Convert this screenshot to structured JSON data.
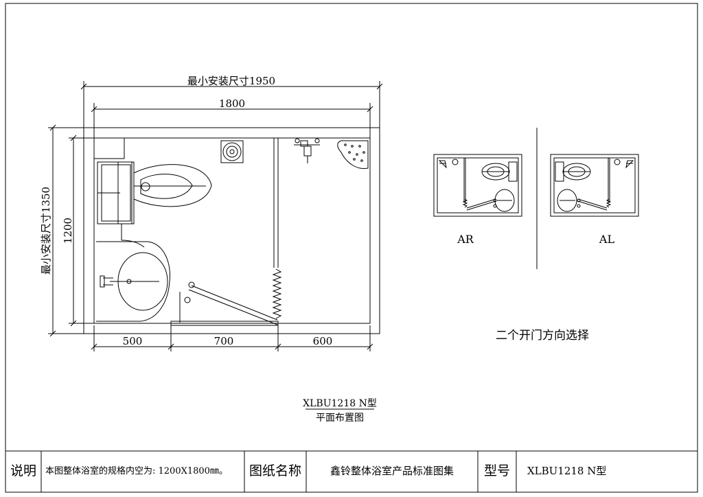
{
  "dims": {
    "min_install_width": "最小安装尺寸1950",
    "inner_width": "1800",
    "min_install_depth": "最小安装尺寸1350",
    "inner_depth": "1200",
    "seg_1": "500",
    "seg_2": "700",
    "seg_3": "600"
  },
  "variants": {
    "ar_label": "AR",
    "al_label": "AL",
    "caption": "二个开门方向选择"
  },
  "drawing": {
    "model_title": "XLBU1218 N型",
    "subtitle": "平面布置图"
  },
  "title_block": {
    "desc_label": "说明",
    "desc_text": "本图整体浴室的规格内空为: 1200X1800㎜。",
    "name_label": "图纸名称",
    "name_value": "鑫铃整体浴室产品标准图集",
    "model_label": "型号",
    "model_value": "XLBU1218 N型"
  }
}
